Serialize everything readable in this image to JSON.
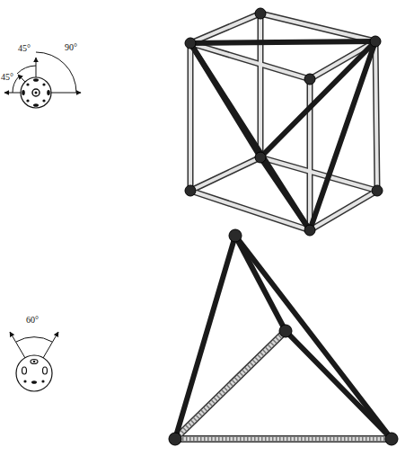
{
  "diagram": {
    "labels": [
      "45°",
      "45°",
      "90°",
      "60°"
    ]
  }
}
